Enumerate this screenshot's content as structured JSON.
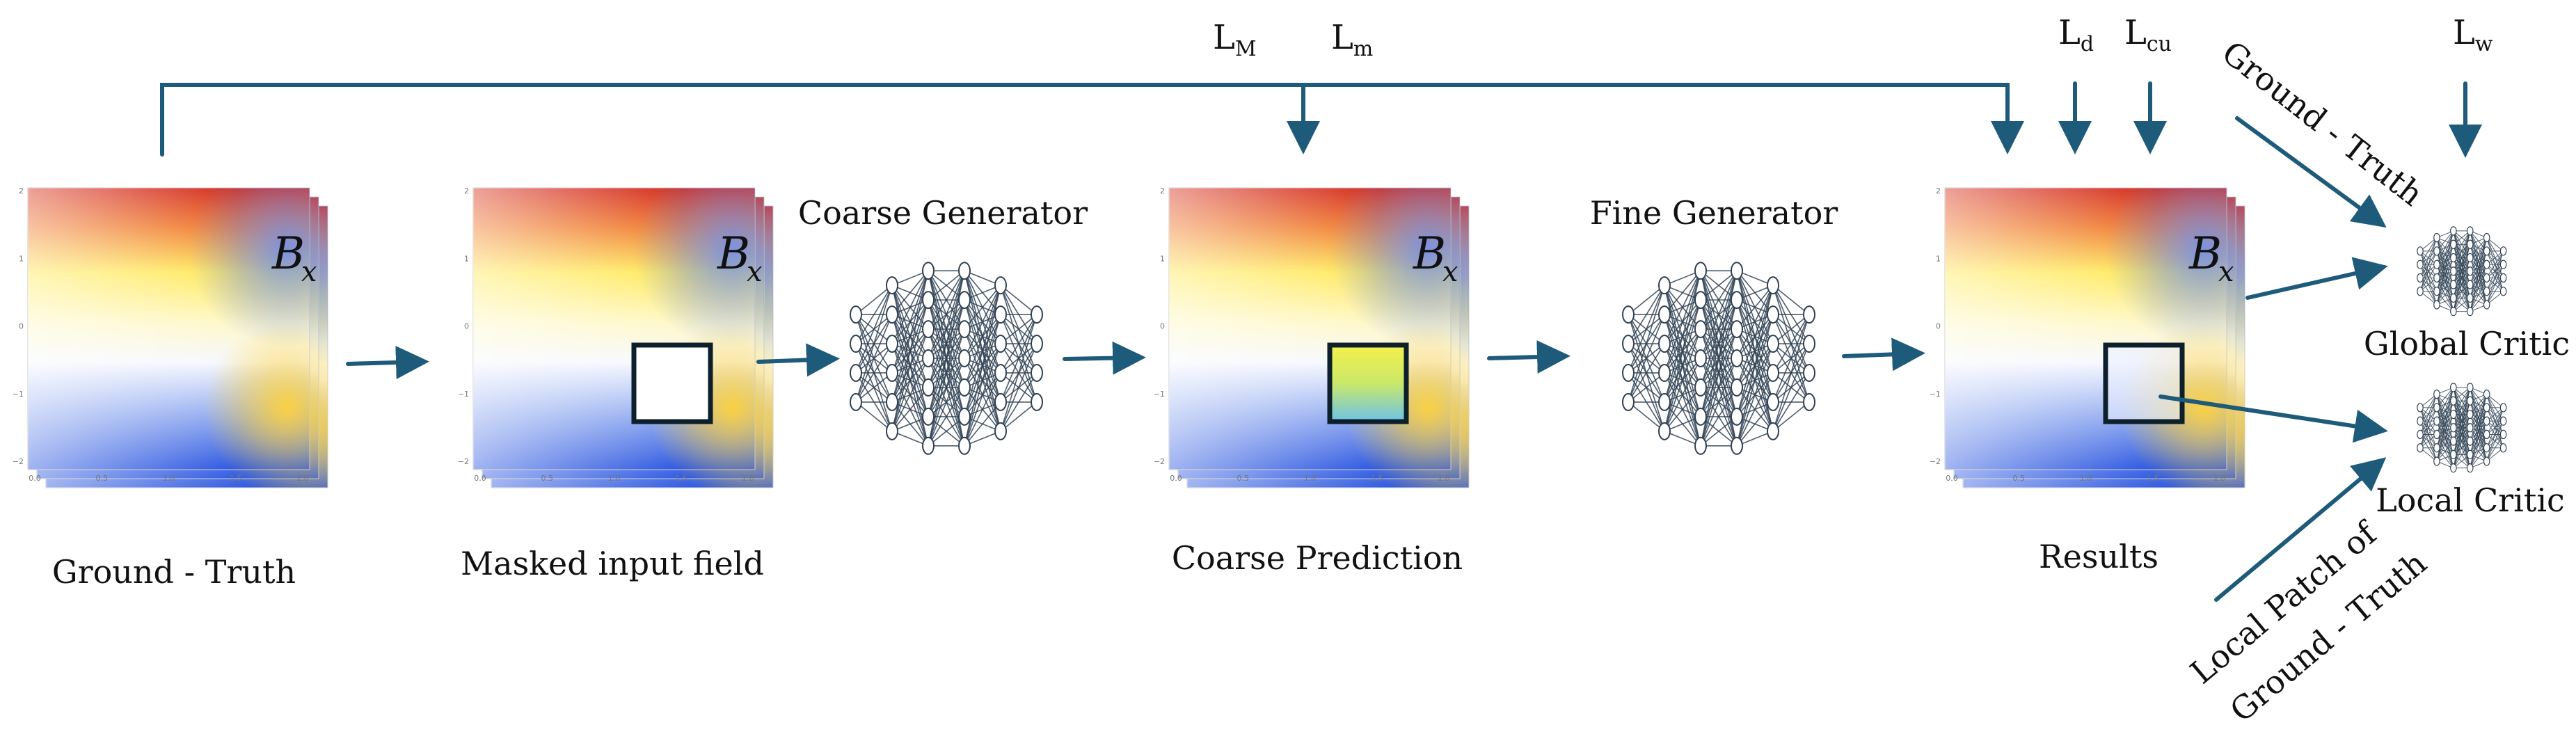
{
  "colors": {
    "arrow": "#1e5b7a",
    "network": "#2f4152",
    "hole_border": "#0d1f2a",
    "field_red": "#d42a1c",
    "field_yellow": "#fff36a",
    "field_blue": "#2b56e0"
  },
  "panels": [
    {
      "id": "ground-truth",
      "label": "Ground - Truth",
      "field_symbol": "B",
      "field_subscript": "x",
      "has_hole": false,
      "prediction_fill": false
    },
    {
      "id": "masked",
      "label": "Masked input field",
      "field_symbol": "B",
      "field_subscript": "x",
      "has_hole": true,
      "prediction_fill": false
    },
    {
      "id": "coarse",
      "label": "Coarse Prediction",
      "field_symbol": "B",
      "field_subscript": "x",
      "has_hole": true,
      "prediction_fill": true
    },
    {
      "id": "results",
      "label": "Results",
      "field_symbol": "B",
      "field_subscript": "x",
      "has_hole": true,
      "prediction_fill": false
    }
  ],
  "generators": {
    "coarse": "Coarse Generator",
    "fine": "Fine Generator"
  },
  "critics": {
    "global": "Global Critic",
    "local": "Local Critic"
  },
  "losses": {
    "LM": {
      "base": "L",
      "sub": "M"
    },
    "Lm": {
      "base": "L",
      "sub": "m"
    },
    "Ld": {
      "base": "L",
      "sub": "d"
    },
    "Lcu": {
      "base": "L",
      "sub": "cu"
    },
    "Lw": {
      "base": "L",
      "sub": "w"
    }
  },
  "critic_inputs": {
    "global": "Ground - Truth",
    "local_line1": "Local Patch of",
    "local_line2": "Ground - Truth"
  },
  "axis_ticks": {
    "x": [
      "0.0",
      "0.5",
      "1.0",
      "1.5",
      "2.0"
    ],
    "y": [
      "2",
      "1",
      "0",
      "−1",
      "−2"
    ]
  }
}
